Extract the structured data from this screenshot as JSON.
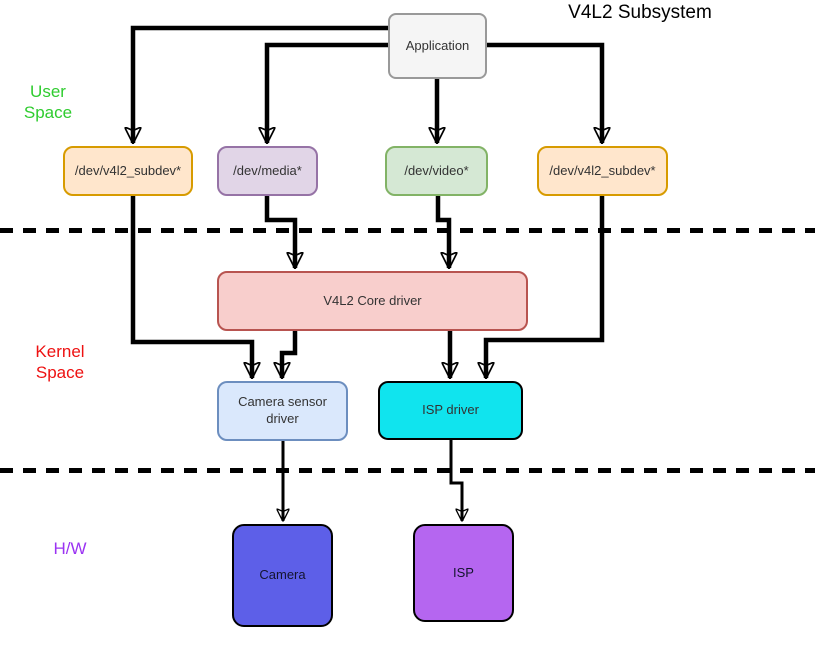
{
  "title": "V4L2 Subsystem",
  "sections": {
    "user_space": {
      "label": "User\nSpace",
      "color": "#2fcc2f"
    },
    "kernel_space": {
      "label": "Kernel\nSpace",
      "color": "#ee1111"
    },
    "hardware": {
      "label": "H/W",
      "color": "#9b33f2"
    }
  },
  "nodes": {
    "application": {
      "label": "Application",
      "fill": "#f5f5f5",
      "border": "#999999"
    },
    "subdev_left": {
      "label": "/dev/v4l2_subdev*",
      "fill": "#ffe6cc",
      "border": "#d79b00"
    },
    "media": {
      "label": "/dev/media*",
      "fill": "#e1d5e7",
      "border": "#9673a6"
    },
    "video": {
      "label": "/dev/video*",
      "fill": "#d5e8d4",
      "border": "#82b366"
    },
    "subdev_right": {
      "label": "/dev/v4l2_subdev*",
      "fill": "#ffe6cc",
      "border": "#d79b00"
    },
    "core": {
      "label": "V4L2 Core driver",
      "fill": "#f8cecc",
      "border": "#b85450"
    },
    "camera_sensor_driver": {
      "label": "Camera sensor\ndriver",
      "fill": "#dae8fc",
      "border": "#6c8ebf"
    },
    "isp_driver": {
      "label": "ISP driver",
      "fill": "#10e4ee",
      "border": "#000000"
    },
    "camera_hw": {
      "label": "Camera",
      "fill": "#5d5fe8",
      "border": "#000000"
    },
    "isp_hw": {
      "label": "ISP",
      "fill": "#b566f0",
      "border": "#000000"
    }
  },
  "edges": [
    {
      "from": "application",
      "to": "subdev_left"
    },
    {
      "from": "application",
      "to": "media"
    },
    {
      "from": "application",
      "to": "video"
    },
    {
      "from": "application",
      "to": "subdev_right"
    },
    {
      "from": "media",
      "to": "core"
    },
    {
      "from": "video",
      "to": "core"
    },
    {
      "from": "subdev_left",
      "to": "camera_sensor_driver"
    },
    {
      "from": "subdev_right",
      "to": "isp_driver"
    },
    {
      "from": "core",
      "to": "camera_sensor_driver"
    },
    {
      "from": "core",
      "to": "isp_driver"
    },
    {
      "from": "camera_sensor_driver",
      "to": "camera_hw"
    },
    {
      "from": "isp_driver",
      "to": "isp_hw"
    }
  ]
}
